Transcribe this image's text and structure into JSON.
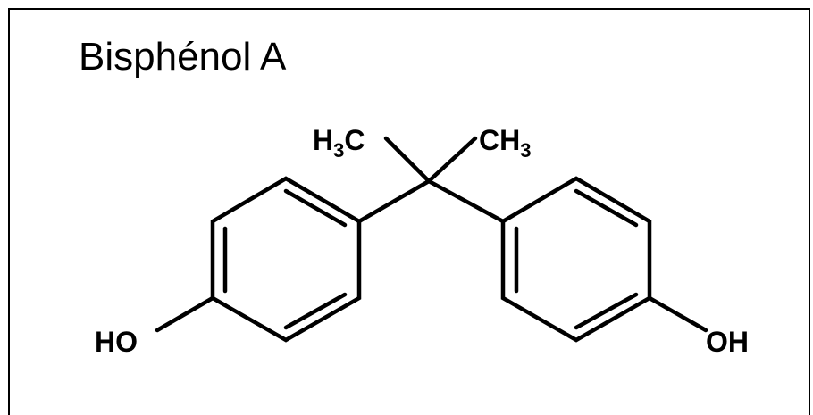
{
  "title": "Bisphénol A",
  "molecule": {
    "methyl_left": {
      "main": "H",
      "sub": "3",
      "tail": "C"
    },
    "methyl_right": {
      "main": "CH",
      "sub": "3"
    },
    "hydroxyl_left": "HO",
    "hydroxyl_right": "OH"
  },
  "colors": {
    "ink": "#000000",
    "background": "#ffffff"
  }
}
